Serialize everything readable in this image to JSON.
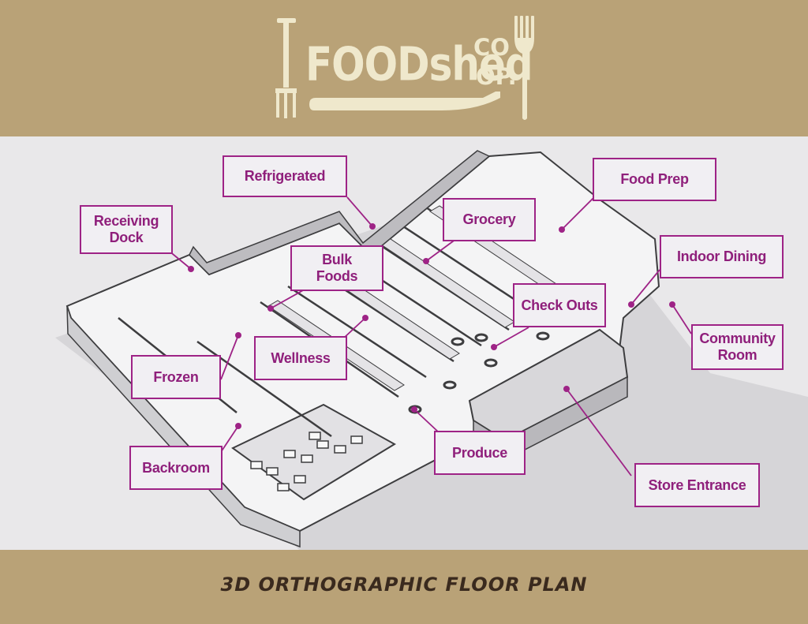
{
  "logo": {
    "wordmark": "FOODshed",
    "co": "CO",
    "op": "OP."
  },
  "plan": {
    "title": "3D ORTHOGRAPHIC FLOOR PLAN",
    "labels": {
      "refrigerated": "Refrigerated",
      "food_prep": "Food Prep",
      "receiving_dock_1": "Receiving",
      "receiving_dock_2": "Dock",
      "grocery": "Grocery",
      "bulk_foods_1": "Bulk",
      "bulk_foods_2": "Foods",
      "indoor_dining": "Indoor Dining",
      "check_outs": "Check Outs",
      "community_room_1": "Community",
      "community_room_2": "Room",
      "frozen": "Frozen",
      "wellness": "Wellness",
      "backroom": "Backroom",
      "produce": "Produce",
      "store_entrance": "Store Entrance"
    }
  },
  "colors": {
    "band": "#b9a277",
    "plan_background": "#e9e8ea",
    "accent": "#9e2386",
    "logo_cream": "#efe8cc",
    "title_text": "#3a2a1e"
  },
  "icons": [
    "pitchfork-icon",
    "fork-icon",
    "knife-icon"
  ]
}
